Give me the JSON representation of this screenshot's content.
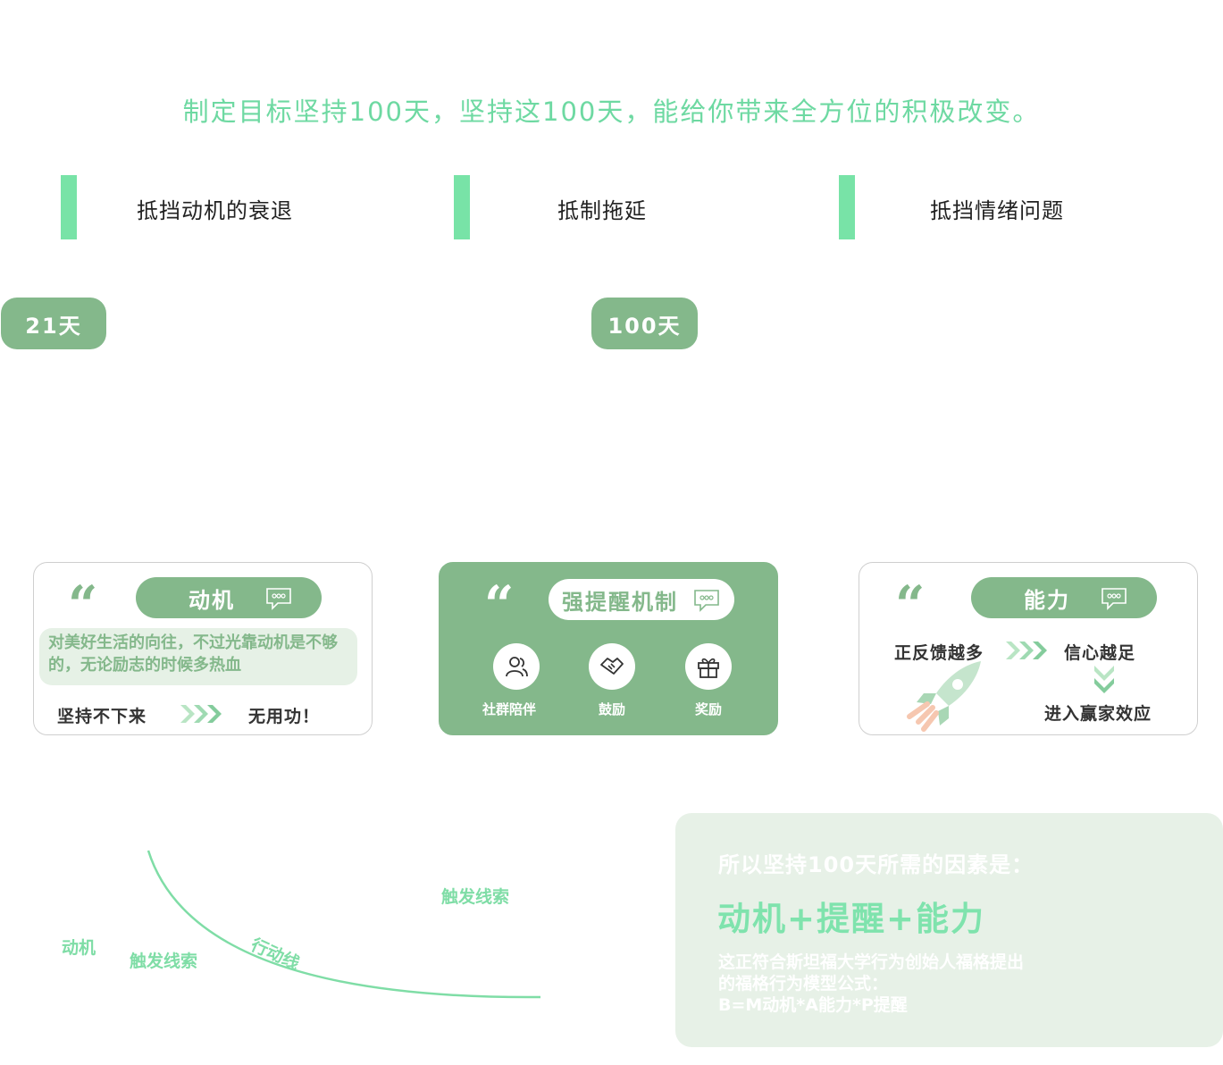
{
  "headline": "制定目标坚持100天，坚持这100天，能给你带来全方位的积极改变。",
  "pillars": [
    "抵挡动机的衰退",
    "抵制拖延",
    "抵挡情绪问题"
  ],
  "milestones": [
    "21天",
    "100天"
  ],
  "colors": {
    "accent_green": "#84b88b",
    "bright_green": "#78e3a7",
    "light_green": "#e6f1e6"
  },
  "cards": {
    "motivation": {
      "title": "动机",
      "note": "对美好生活的向往，不过光靠动机是不够的，无论励志的时候多热血",
      "left": "坚持不下来",
      "right": "无用功！"
    },
    "reminder": {
      "title": "强提醒机制",
      "items": [
        {
          "label": "社群陪伴",
          "icon": "people-icon"
        },
        {
          "label": "鼓励",
          "icon": "handshake-icon"
        },
        {
          "label": "奖励",
          "icon": "gift-icon"
        }
      ]
    },
    "ability": {
      "title": "能力",
      "step1": "正反馈越多",
      "step2": "信心越足",
      "step3": "进入赢家效应",
      "icon": "rocket-icon"
    }
  },
  "curve": {
    "label_motivation": "动机",
    "label_trigger_low": "触发线索",
    "label_action_line": "行动线",
    "label_trigger_high": "触发线索"
  },
  "summary": {
    "title": "所以坚持100天所需的因素是：",
    "formula": "动机+提醒+能力",
    "body_line1": "这正符合斯坦福大学行为创始人福格提出",
    "body_line2": "的福格行为模型公式：",
    "body_line3": "B=M动机*A能力*P提醒"
  }
}
